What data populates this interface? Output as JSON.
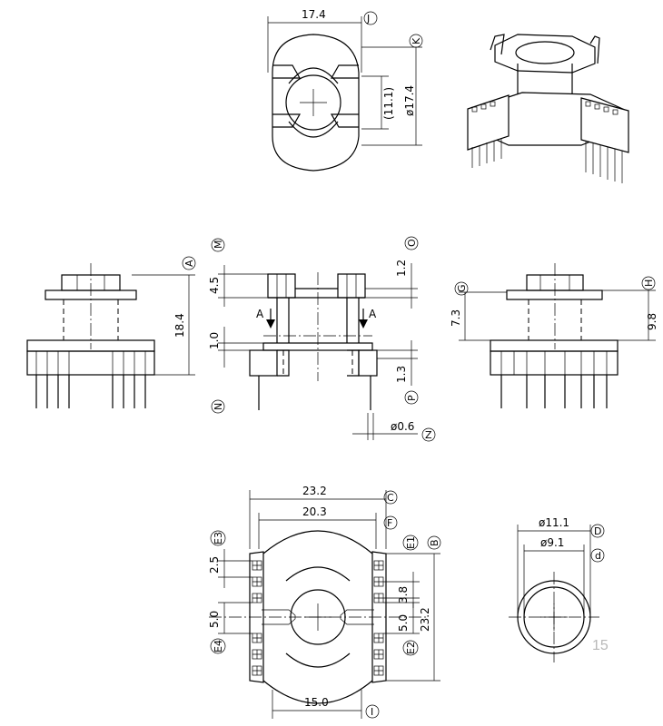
{
  "dimensions": {
    "top_width": "17.4",
    "top_inner": "(11.1)",
    "top_dia": "ø17.4",
    "side_height": "18.4",
    "flange_top": "4.5",
    "flange_gap": "1.0",
    "lead_top": "1.2",
    "lead_bottom": "1.3",
    "pin_dia": "ø0.6",
    "right_h1": "7.3",
    "right_h2": "9.8",
    "bot_width": "23.2",
    "bot_inner": "20.3",
    "bot_pitch": "2.5",
    "bot_gap_left": "5.0",
    "bot_gap_right": "5.0",
    "bot_row": "3.8",
    "bot_height": "23.2",
    "bot_span": "15.0",
    "core_outer": "ø11.1",
    "core_inner": "ø9.1"
  },
  "section_labels": {
    "left": "A",
    "right": "A"
  },
  "callouts": {
    "J": "J",
    "K": "K",
    "A": "A",
    "M": "M",
    "N": "N",
    "O": "O",
    "P": "P",
    "Z": "Z",
    "G": "G",
    "H": "H",
    "C": "C",
    "F": "F",
    "B": "B",
    "E3": "E3",
    "E4": "E4",
    "E1": "E1",
    "E2": "E2",
    "I": "I",
    "D": "D",
    "d": "d"
  },
  "page_number": "15"
}
